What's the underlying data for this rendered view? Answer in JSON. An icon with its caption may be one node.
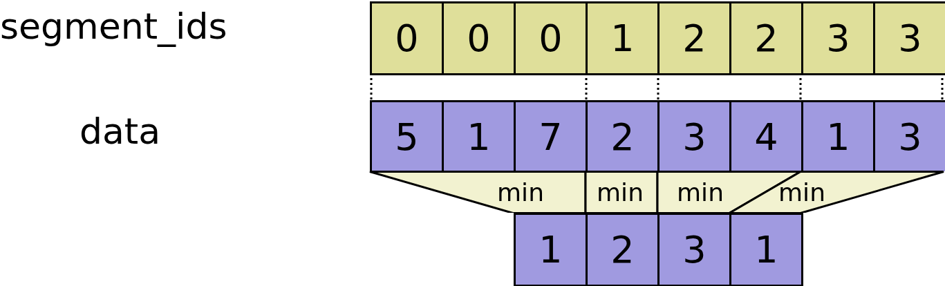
{
  "diagram": {
    "nodes": [
      {
        "text": [
          "0"
        ]
      },
      {
        "text": [
          "0"
        ]
      },
      {
        "text": [
          "0"
        ]
      },
      {
        "text": [
          "1"
        ]
      },
      {
        "text": [
          "2"
        ]
      },
      {
        "text": [
          "2"
        ]
      },
      {
        "text": [
          "3"
        ]
      },
      {
        "text": [
          "3"
        ]
      },
      {
        "text": [
          "5"
        ]
      },
      {
        "text": [
          "1"
        ]
      },
      {
        "text": [
          "7"
        ]
      },
      {
        "text": [
          "2"
        ]
      },
      {
        "text": [
          "3"
        ]
      },
      {
        "text": [
          "4"
        ]
      },
      {
        "text": [
          "1"
        ]
      },
      {
        "text": [
          "3"
        ]
      },
      {
        "text": [
          "min"
        ]
      },
      {
        "text": [
          "min"
        ]
      },
      {
        "text": [
          "min"
        ]
      },
      {
        "text": [
          "min"
        ]
      },
      {
        "text": [
          "1"
        ]
      },
      {
        "text": [
          "2"
        ]
      },
      {
        "text": [
          "3"
        ]
      },
      {
        "text": [
          "1"
        ]
      }
    ],
    "edges": [],
    "labels": [
      "segment_ids",
      "data"
    ]
  }
}
